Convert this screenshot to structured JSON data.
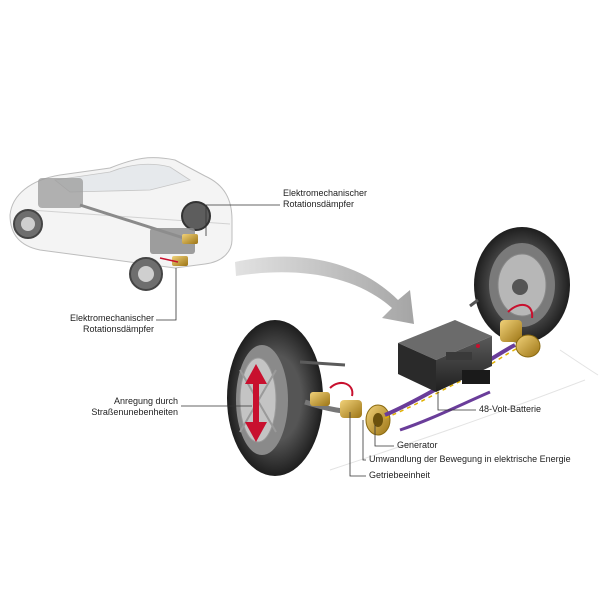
{
  "labels": {
    "damper_top": {
      "line1": "Elektromechanischer",
      "line2": "Rotationsdämpfer"
    },
    "damper_left": {
      "line1": "Elektromechanischer",
      "line2": "Rotationsdämpfer"
    },
    "excitation": {
      "line1": "Anregung durch",
      "line2": "Straßenunebenheiten"
    },
    "battery": "48-Volt-Batterie",
    "generator": "Generator",
    "conversion": "Umwandlung der Bewegung in elektrische Energie",
    "gearbox": "Getriebeeinheit"
  },
  "colors": {
    "arrow_red": "#c8102e",
    "cable_purple": "#6a3d9a",
    "cable_yellow": "#e0b000",
    "gold": "#c9a227",
    "tire": "#2b2b2b",
    "arrow_grey": "#b0b0b0"
  }
}
